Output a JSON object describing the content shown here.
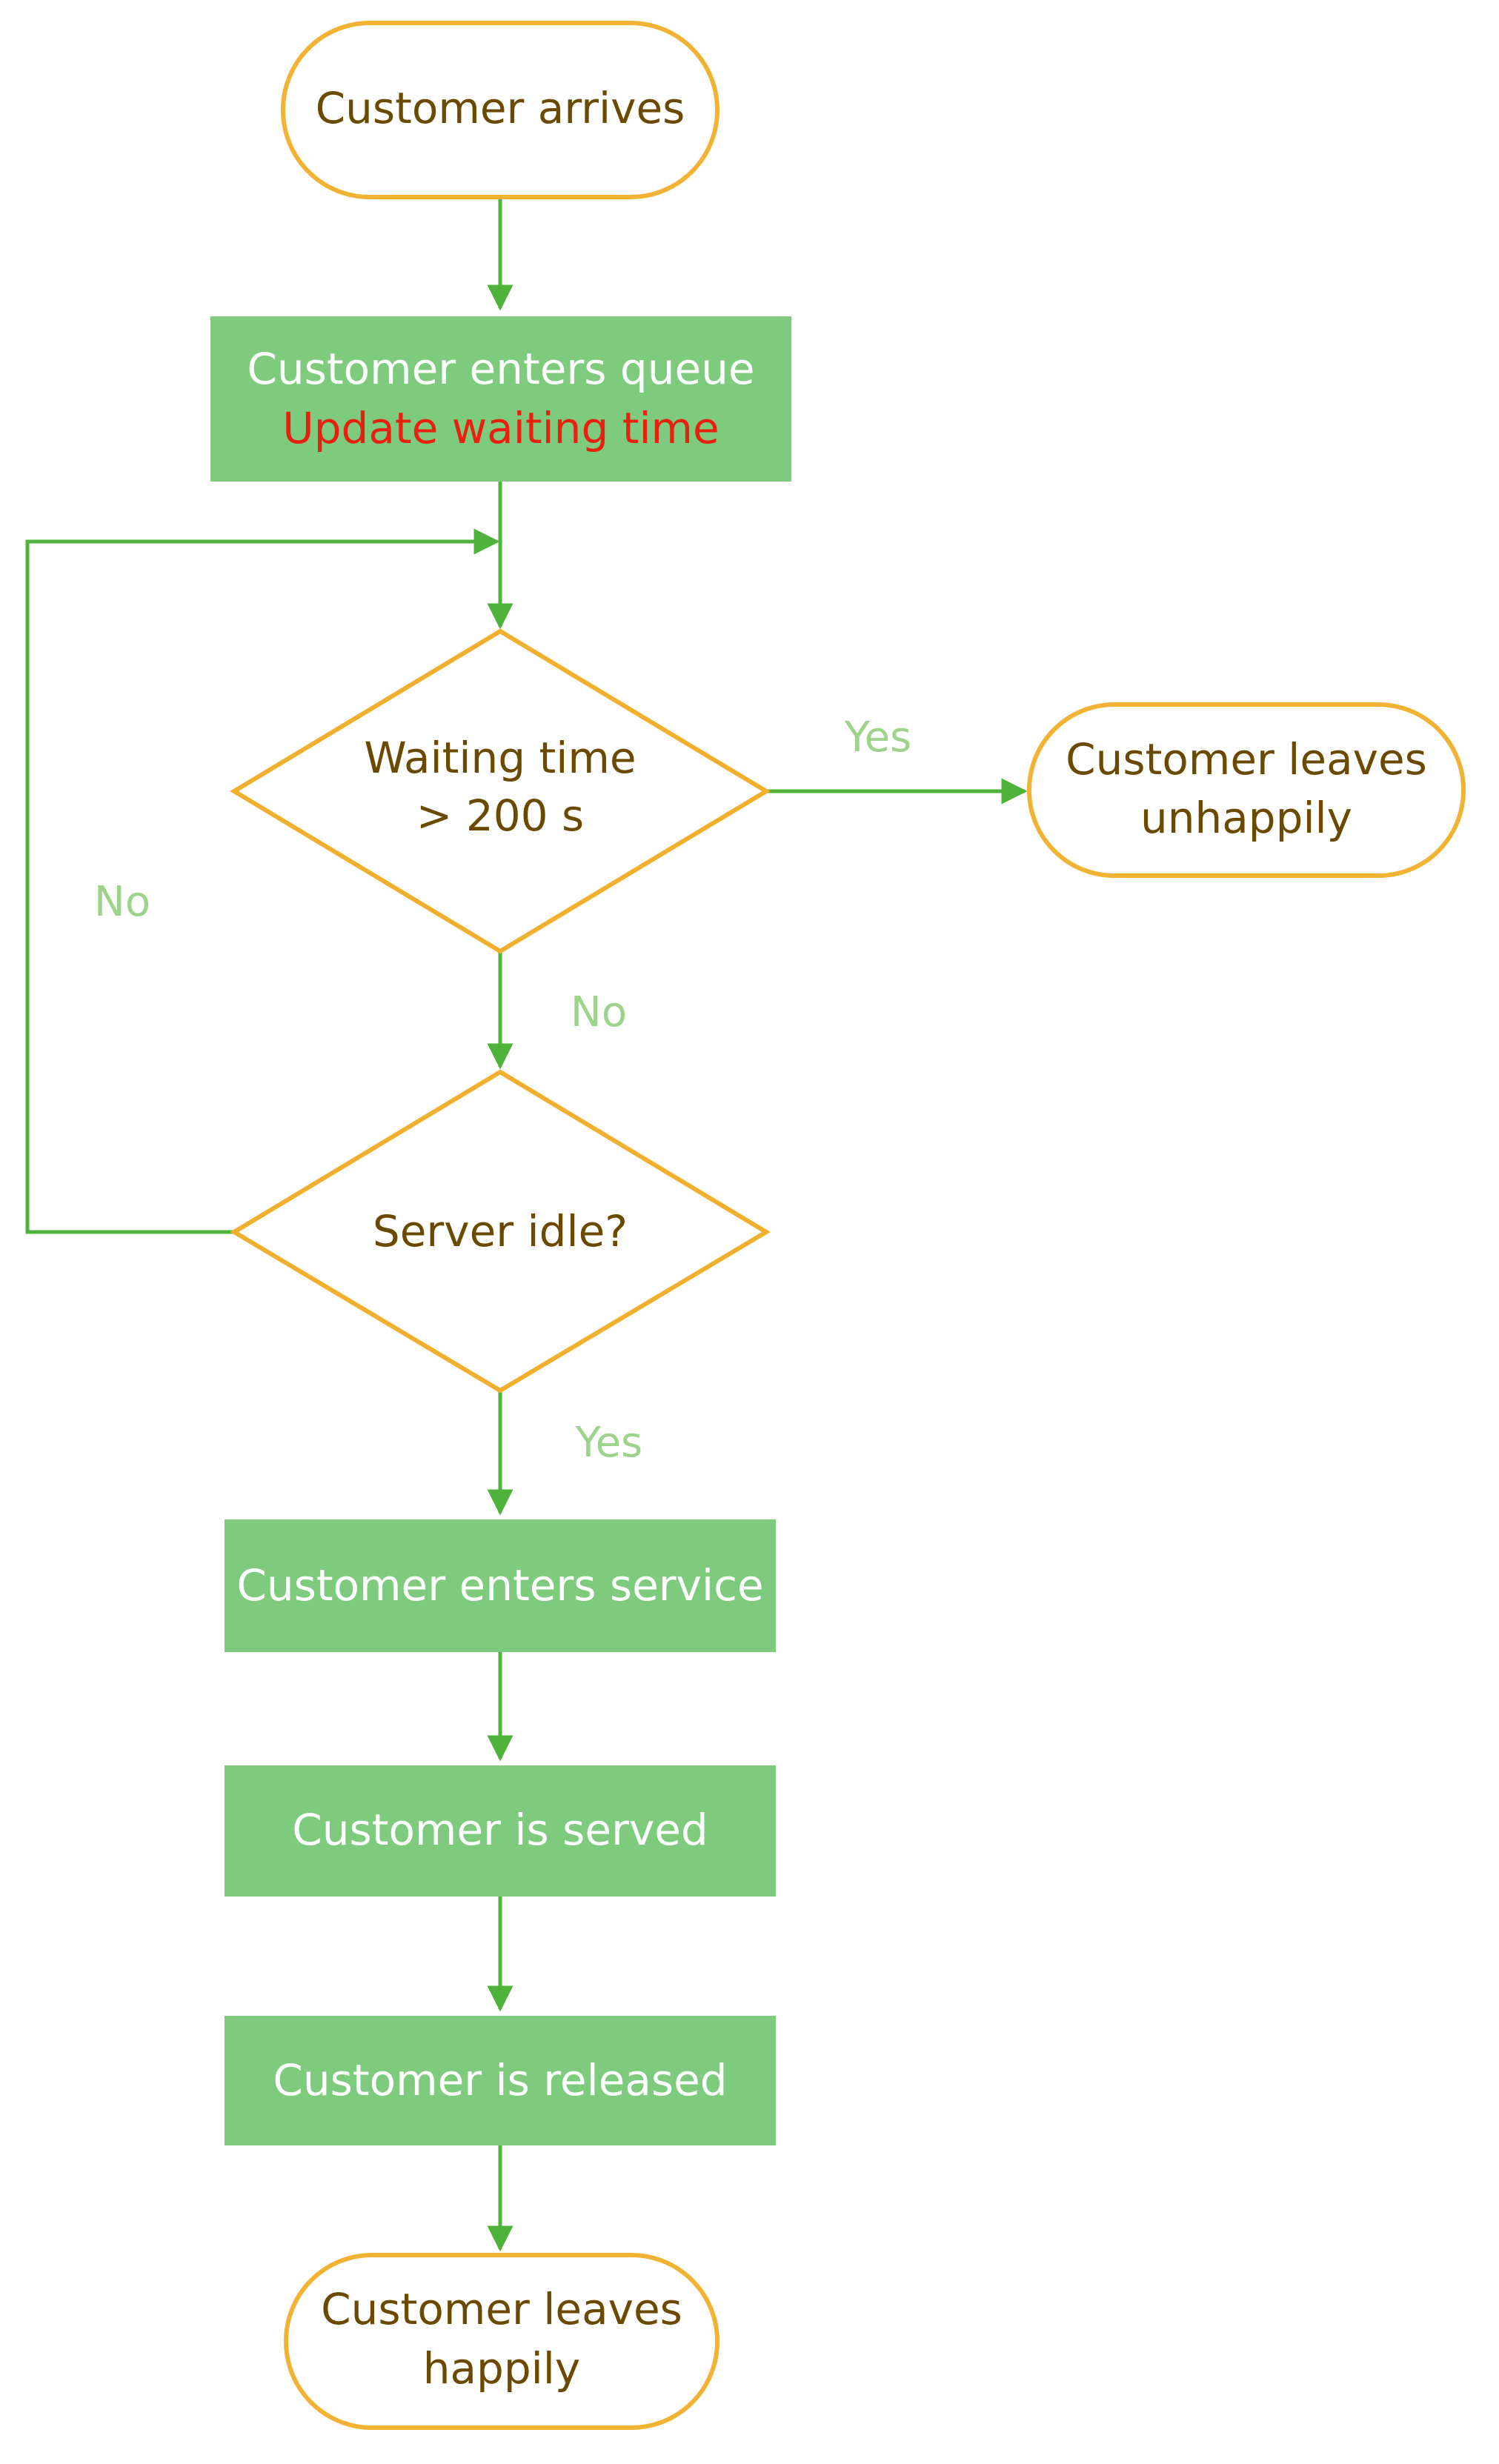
{
  "colors": {
    "flow_line": "#4fb23a",
    "process_fill": "#7ecb7d",
    "terminal_border": "#f2b233",
    "decision_border": "#f0b02e",
    "terminal_text": "#6b4a00",
    "process_text": "#ffffff",
    "highlight_text": "#e8200f",
    "branch_label": "#9ed38c"
  },
  "nodes": {
    "start": {
      "line1": "Customer arrives"
    },
    "enter_queue": {
      "line1": "Customer enters queue",
      "line2": "Update waiting time"
    },
    "wait_check": {
      "line1": "Waiting time",
      "line2": "> 200 s"
    },
    "leave_unhappy": {
      "line1": "Customer leaves",
      "line2": "unhappily"
    },
    "server_idle": {
      "line1": "Server idle?"
    },
    "enter_service": {
      "line1": "Customer enters service"
    },
    "served": {
      "line1": "Customer is served"
    },
    "released": {
      "line1": "Customer is released"
    },
    "leave_happy": {
      "line1": "Customer leaves",
      "line2": "happily"
    }
  },
  "edges": {
    "wait_yes": "Yes",
    "wait_no": "No",
    "idle_no": "No",
    "idle_yes": "Yes"
  }
}
